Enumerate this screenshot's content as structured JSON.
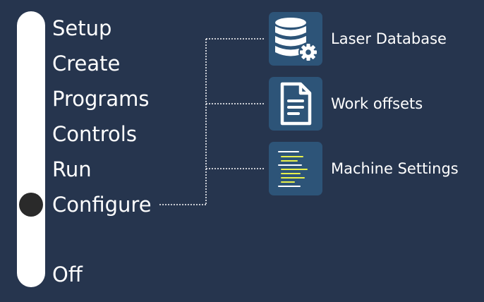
{
  "mode_selector": {
    "modes": [
      "Setup",
      "Create",
      "Programs",
      "Controls",
      "Run",
      "Configure",
      "Off"
    ],
    "selected": "Configure"
  },
  "configure_submenu": {
    "items": [
      {
        "label": "Laser Database",
        "icon": "database-gear-icon"
      },
      {
        "label": "Work offsets",
        "icon": "document-icon"
      },
      {
        "label": "Machine Settings",
        "icon": "settings-list-icon"
      }
    ]
  },
  "colors": {
    "background": "#26354e",
    "tile": "#2d5478",
    "rail": "#ffffff",
    "knob": "#2a2a2a",
    "accent_lines": "#e8f04a"
  }
}
